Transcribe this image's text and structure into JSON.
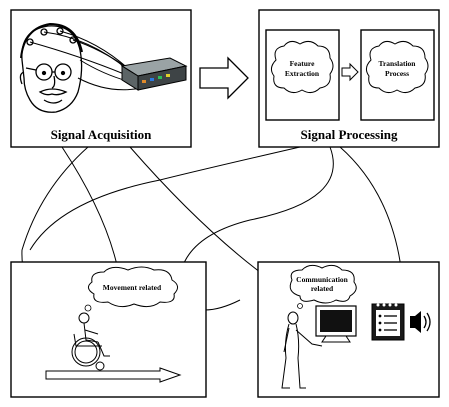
{
  "panels": {
    "acquisition": {
      "title": "Signal Acquisition"
    },
    "processing": {
      "title": "Signal Processing",
      "feature_cloud": [
        "Feature",
        "Extraction"
      ],
      "translation_cloud": [
        "Translation",
        "Process"
      ]
    },
    "movement": {
      "cloud": [
        "Movement related"
      ]
    },
    "communication": {
      "cloud": [
        "Communication",
        "related"
      ]
    }
  },
  "icons": [
    "head-with-eeg-cap-icon",
    "amplifier-device-icon",
    "big-arrow-icon",
    "small-arrow-icon",
    "wheelchair-user-icon",
    "standing-person-icon",
    "monitor-icon",
    "notepad-icon",
    "speaker-icon"
  ]
}
